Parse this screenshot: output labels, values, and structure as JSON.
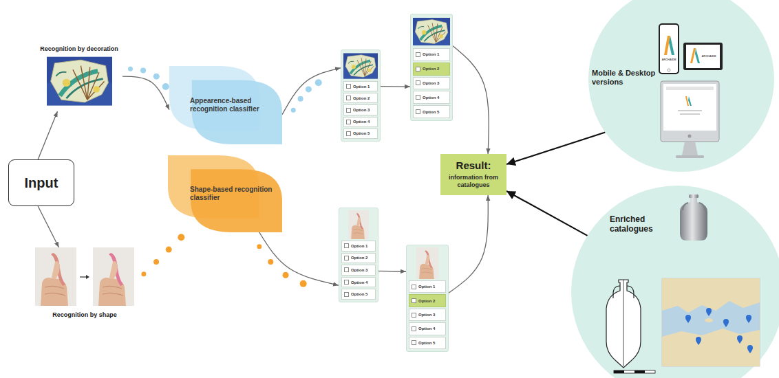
{
  "diagram": {
    "nodes": [
      {
        "text": [
          "Input"
        ]
      },
      {
        "text": [
          "Recognition by decoration"
        ]
      },
      {
        "text": [
          "Recognition by shape"
        ]
      },
      {
        "text": [
          "Appearence-based recognition classifier"
        ]
      },
      {
        "text": [
          "Shape-based recognition classifier"
        ]
      },
      {
        "text": [
          "Option 1",
          "Option 2",
          "Option 3",
          "Option 4",
          "Option 5"
        ]
      },
      {
        "text": [
          "Option 1",
          "Option 2",
          "Option 3",
          "Option 4",
          "Option 5"
        ]
      },
      {
        "text": [
          "Option 1",
          "Option 2",
          "Option 3",
          "Option 4",
          "Option 5"
        ]
      },
      {
        "text": [
          "Option 1",
          "Option 2",
          "Option 3",
          "Option 4",
          "Option 5"
        ]
      },
      {
        "text": [
          "Result:",
          "information from catalogues"
        ]
      },
      {
        "text": [
          "Mobile & Desktop versions"
        ]
      },
      {
        "text": [
          "Enriched catalogues"
        ]
      }
    ],
    "edges": [
      {
        "from": 0,
        "to": 1,
        "arrow": "to"
      },
      {
        "from": 0,
        "to": 2,
        "arrow": "to"
      },
      {
        "from": 1,
        "to": 3,
        "arrow": "to"
      },
      {
        "from": 2,
        "to": 4,
        "arrow": "none"
      },
      {
        "from": 3,
        "to": 5,
        "arrow": "to"
      },
      {
        "from": 5,
        "to": 6,
        "arrow": "to"
      },
      {
        "from": 6,
        "to": 9,
        "arrow": "to"
      },
      {
        "from": 4,
        "to": 7,
        "arrow": "to"
      },
      {
        "from": 7,
        "to": 8,
        "arrow": "to"
      },
      {
        "from": 8,
        "to": 9,
        "arrow": "to"
      },
      {
        "from": 10,
        "to": 9,
        "arrow": "to"
      },
      {
        "from": 11,
        "to": 9,
        "arrow": "to"
      }
    ],
    "labels": [
      "ARCHAIDE",
      "ARCHAIDE"
    ]
  }
}
